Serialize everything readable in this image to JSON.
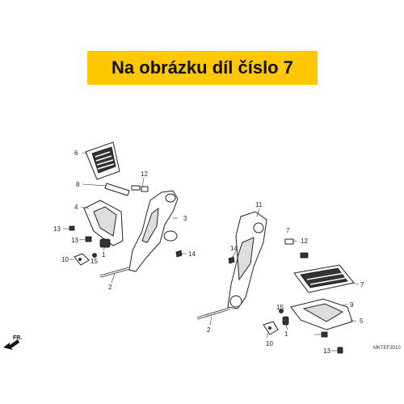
{
  "banner": {
    "text": "Na obrázku díl číslo 7"
  },
  "direction_label": "FR.",
  "diagram_code": "MKTEF3010",
  "callouts": {
    "c6": "6",
    "c8": "8",
    "c12a": "12",
    "c4": "4",
    "c13a": "13",
    "c13b": "13",
    "c1a": "1",
    "c15a": "15",
    "c10a": "10",
    "c3": "3",
    "c14a": "14",
    "c2a": "2",
    "c11": "11",
    "c7a": "7",
    "c12b": "12",
    "c14b": "14",
    "c7b": "7",
    "c9": "9",
    "c15b": "15",
    "c1b": "1",
    "c5": "5",
    "c2b": "2",
    "c10b": "10",
    "c13c": "13"
  }
}
